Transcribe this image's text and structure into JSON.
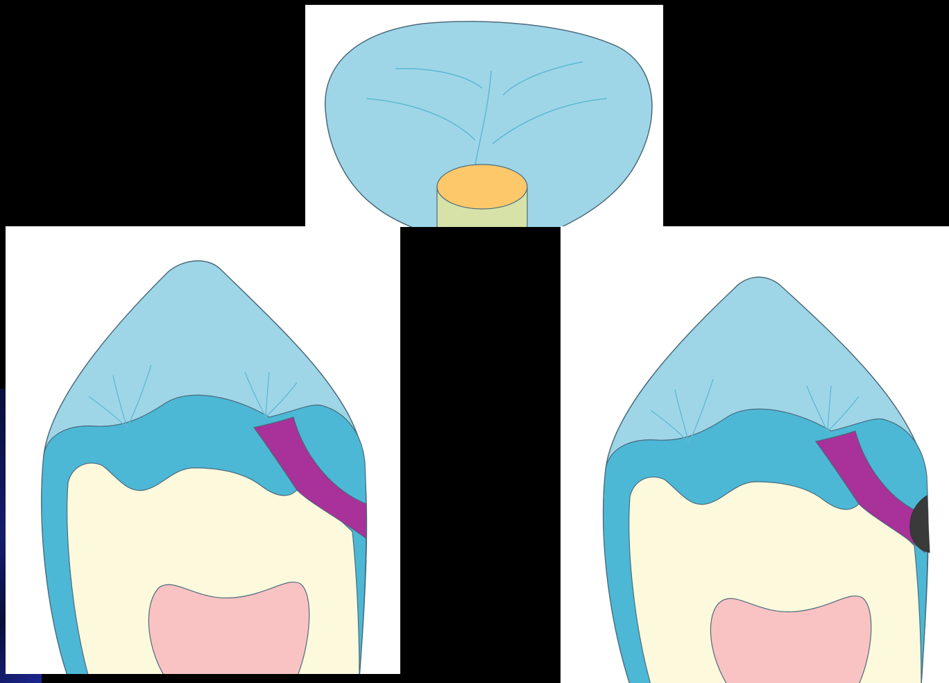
{
  "colors": {
    "background": "#000000",
    "panel": "#ffffff",
    "enamel": "#9ed6e8",
    "enamel_dark": "#4cb8d6",
    "dentin": "#fdf9dc",
    "pulp": "#f9c3c3",
    "caries_lesion": "#a8319a",
    "cavity": "#3a3a3a",
    "restoration": "#fcc86a",
    "restoration_side": "#d6e2a8",
    "outline": "#4a6a7a",
    "fissure": "#5cb8d4"
  },
  "figures": [
    {
      "name": "occlusal-view",
      "icon": "tooth-occlusal-icon"
    },
    {
      "name": "cross-section-lesion",
      "icon": "tooth-section-icon"
    },
    {
      "name": "cross-section-cavitated",
      "icon": "tooth-section-cavity-icon"
    }
  ]
}
